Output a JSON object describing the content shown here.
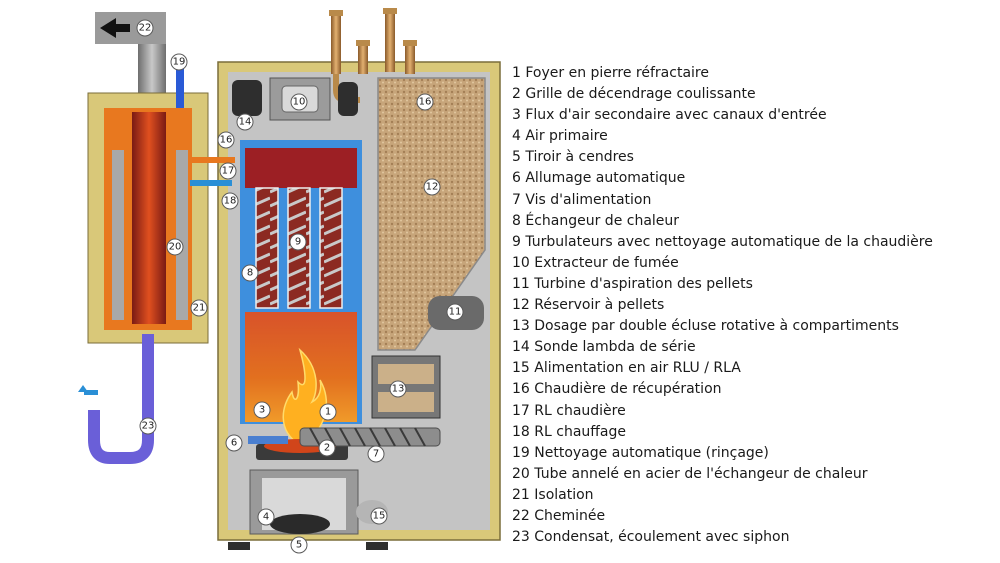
{
  "legend": [
    {
      "number": "1",
      "label": "1 Foyer en pierre réfractaire"
    },
    {
      "number": "2",
      "label": "2 Grille de décendrage coulissante"
    },
    {
      "number": "3",
      "label": "3 Flux d'air secondaire avec canaux d'entrée"
    },
    {
      "number": "4",
      "label": "4 Air primaire"
    },
    {
      "number": "5",
      "label": "5 Tiroir à cendres"
    },
    {
      "number": "6",
      "label": "6 Allumage automatique"
    },
    {
      "number": "7",
      "label": "7 Vis d'alimentation"
    },
    {
      "number": "8",
      "label": "8 Échangeur de chaleur"
    },
    {
      "number": "9",
      "label": "9 Turbulateurs avec nettoyage automatique de la chaudière"
    },
    {
      "number": "10",
      "label": "10 Extracteur de fumée"
    },
    {
      "number": "11",
      "label": "11 Turbine d'aspiration des pellets"
    },
    {
      "number": "12",
      "label": "12 Réservoir à pellets"
    },
    {
      "number": "13",
      "label": "13 Dosage par double écluse rotative à compartiments"
    },
    {
      "number": "14",
      "label": "14 Sonde lambda de série"
    },
    {
      "number": "15",
      "label": "15 Alimentation en air RLU / RLA"
    },
    {
      "number": "16",
      "label": "16 Chaudière de récupération"
    },
    {
      "number": "17",
      "label": "17 RL chaudière"
    },
    {
      "number": "18",
      "label": "18 RL chauffage"
    },
    {
      "number": "19",
      "label": "19 Nettoyage automatique (rinçage)"
    },
    {
      "number": "20",
      "label": "20 Tube annelé en acier de l'échangeur de chaleur"
    },
    {
      "number": "21",
      "label": "21 Isolation"
    },
    {
      "number": "22",
      "label": "22 Cheminée"
    },
    {
      "number": "23",
      "label": "23 Condensat, écoulement avec siphon"
    }
  ],
  "callouts": [
    "1",
    "2",
    "3",
    "4",
    "5",
    "6",
    "7",
    "8",
    "9",
    "10",
    "11",
    "12",
    "13",
    "14",
    "15",
    "16",
    "16",
    "17",
    "18",
    "19",
    "20",
    "21",
    "22",
    "23"
  ],
  "colors": {
    "insulation": "#d9c879",
    "casing": "#bdbdbd",
    "combustion": "#d84a1e",
    "combustion_top": "#9c1f24",
    "water": "#3e8fdd",
    "pellets": "#c9a878",
    "condensate_pipe": "#6a5fd8",
    "flue_pipe": "#9a9a9a"
  }
}
